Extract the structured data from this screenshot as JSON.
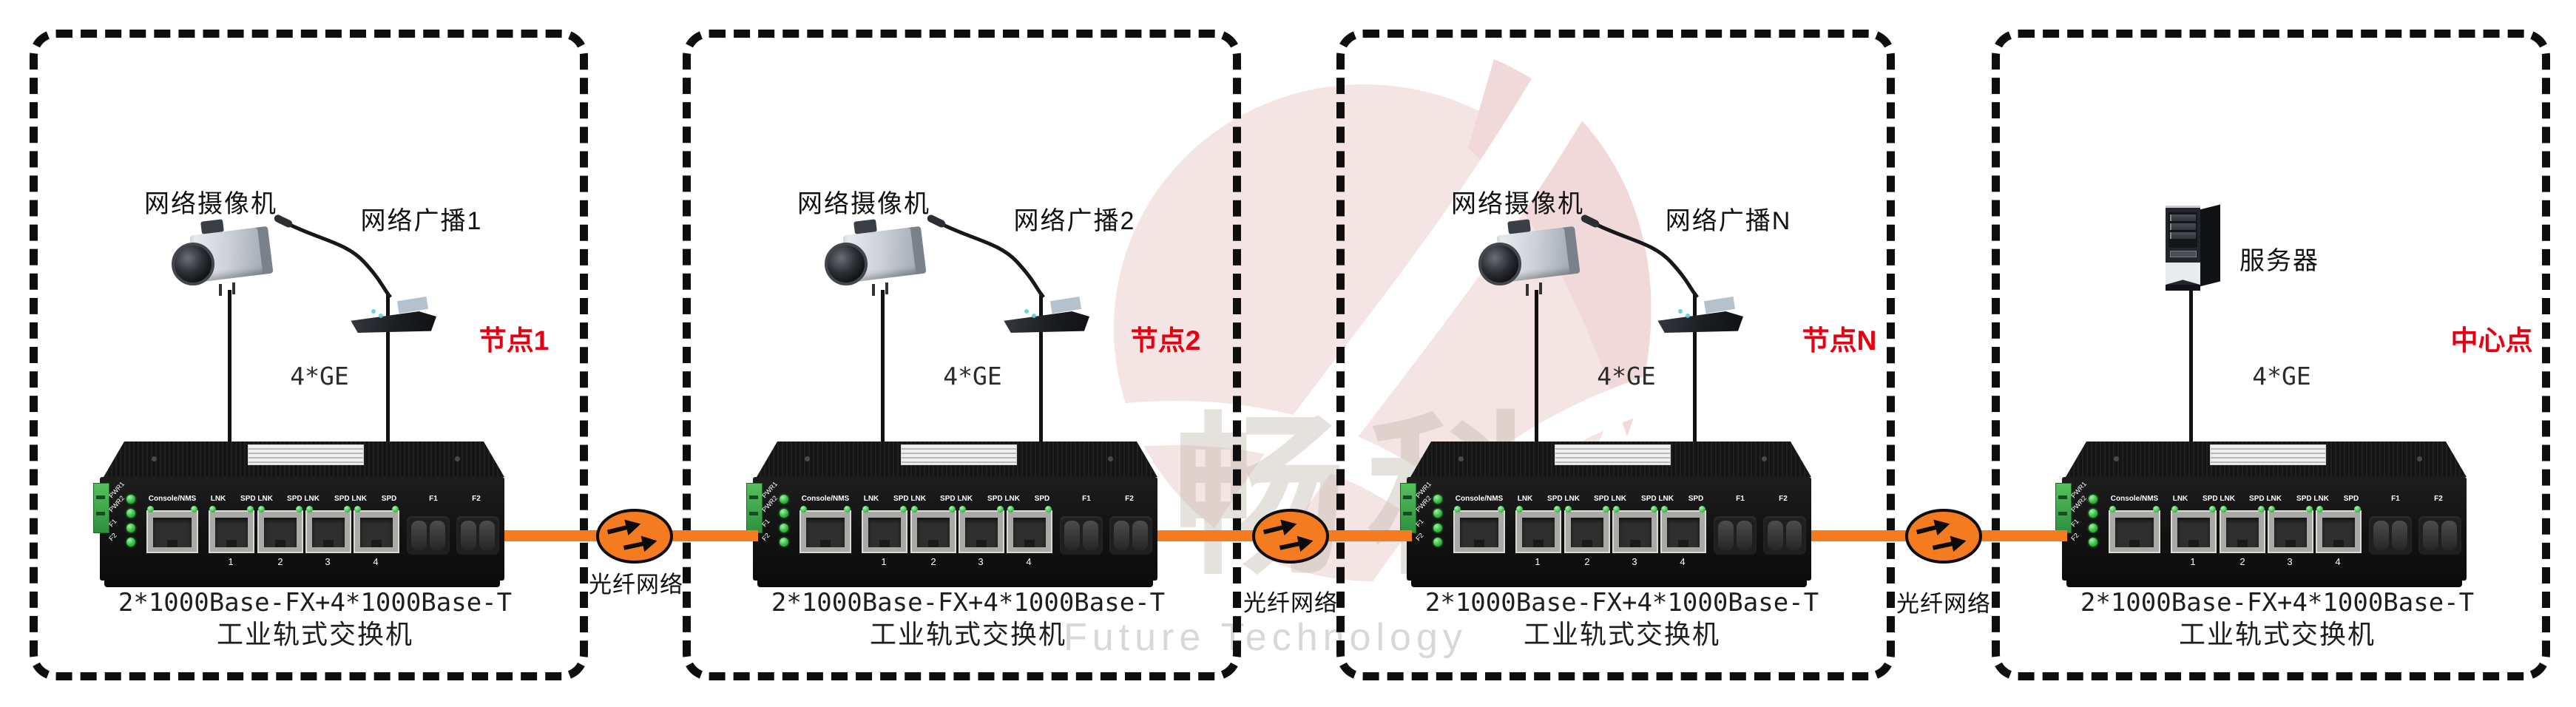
{
  "colors": {
    "accent_orange": "#f57b20",
    "badge_red": "#e60011",
    "led_green": "#35bb3f",
    "terminal_green": "#3aa845",
    "watermark_pink": "#f5e4e4"
  },
  "nodes": [
    {
      "badge": "节点1",
      "camera_label": "网络摄像机",
      "broadcast_label": "网络广播1",
      "uplink_label": "4*GE",
      "switch_caption": "2*1000Base-FX+4*1000Base-T",
      "switch_type": "工业轨式交换机"
    },
    {
      "badge": "节点2",
      "camera_label": "网络摄像机",
      "broadcast_label": "网络广播2",
      "uplink_label": "4*GE",
      "switch_caption": "2*1000Base-FX+4*1000Base-T",
      "switch_type": "工业轨式交换机"
    },
    {
      "badge": "节点N",
      "camera_label": "网络摄像机",
      "broadcast_label": "网络广播N",
      "uplink_label": "4*GE",
      "switch_caption": "2*1000Base-FX+4*1000Base-T",
      "switch_type": "工业轨式交换机"
    },
    {
      "badge": "中心点",
      "server_label": "服务器",
      "uplink_label": "4*GE",
      "switch_caption": "2*1000Base-FX+4*1000Base-T",
      "switch_type": "工业轨式交换机"
    }
  ],
  "links": [
    {
      "label": "光纤网络"
    },
    {
      "label": "光纤网络"
    },
    {
      "label": "光纤网络"
    }
  ],
  "switch_panel": {
    "console_label": "Console/NMS",
    "led_labels": [
      "PWR1",
      "PWR2",
      "F1",
      "F2"
    ],
    "port_top_labels": [
      "LNK",
      "SPD LNK",
      "SPD LNK",
      "SPD LNK",
      "SPD"
    ],
    "fiber_labels": [
      "F1",
      "F2"
    ],
    "port_numbers": [
      "1",
      "2",
      "3",
      "4"
    ]
  },
  "watermark": {
    "cjk": "畅科",
    "latin": "Future Technology"
  }
}
